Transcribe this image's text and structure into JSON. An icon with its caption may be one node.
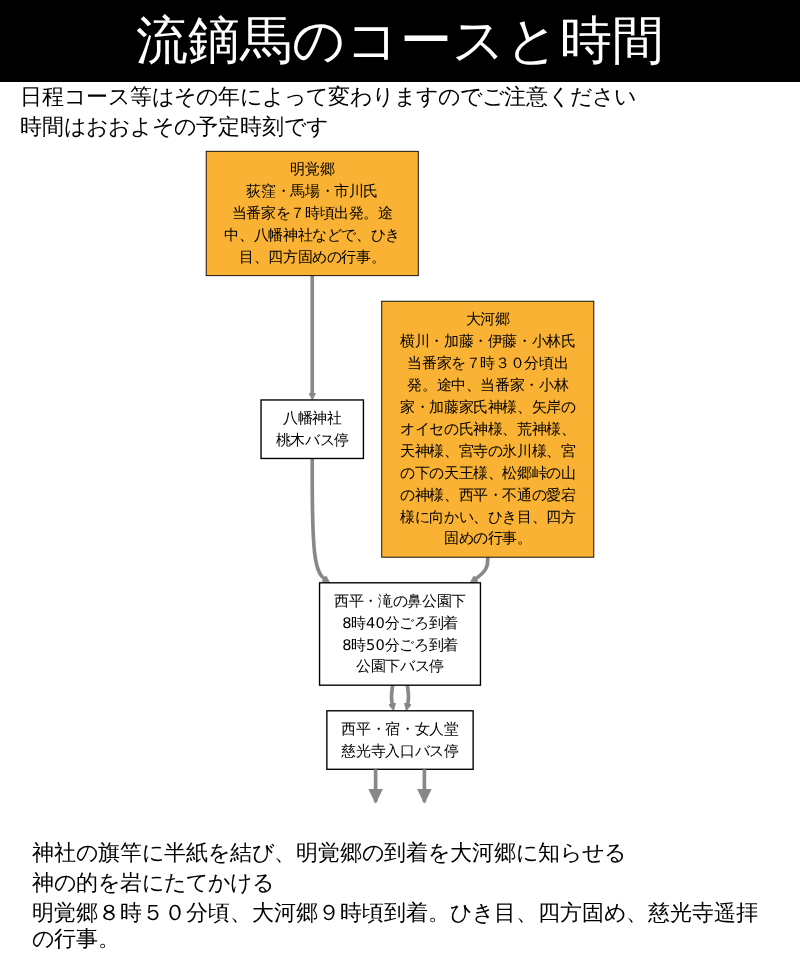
{
  "diagram": {
    "title": "流鏑馬のコースと時間",
    "nodes": [
      {
        "text": [
          "明覚郷",
          "荻窪・馬場・市川氏",
          "当番家を７時頃出発。途中、八幡神社などで、ひき目、四方固めの行事。"
        ]
      },
      {
        "text": [
          "大河郷",
          "横川・加藤・伊藤・小林氏",
          "当番家を７時３０分頃出発。途中、当番家・小林家・加藤家氏神様、矢岸のオイセの氏神様、荒神様、天神様、宮寺の氷川様、宮の下の天王様、松郷峠の山の神様、西平・不通の愛宕様に向かい、ひき目、四方固めの行事。"
        ]
      },
      {
        "text": [
          "八幡神社",
          "桃木バス停"
        ]
      },
      {
        "text": [
          "西平・滝の鼻公園下",
          "8時40分ごろ到着",
          "8時50分ごろ到着",
          "公園下バス停"
        ]
      },
      {
        "text": [
          "西平・宿・女人堂",
          "慈光寺入口バス停"
        ]
      }
    ],
    "edges": [
      {
        "from": 0,
        "to": 2,
        "arrow": "to"
      },
      {
        "from": 2,
        "to": 3,
        "arrow": "to"
      },
      {
        "from": 1,
        "to": 3,
        "arrow": "to"
      },
      {
        "from": 3,
        "to": 4,
        "arrow": "to"
      },
      {
        "from": 3,
        "to": 4,
        "arrow": "to"
      },
      {
        "from": 4,
        "to": null,
        "arrow": "to"
      },
      {
        "from": 4,
        "to": null,
        "arrow": "to"
      }
    ],
    "labels": [
      "日程コース等はその年によって変わりますのでご注意ください",
      "時間はおおよその予定時刻です",
      "神社の旗竿に半紙を結び、明覚郷の到着を大河郷に知らせる",
      "神の的を岩にたてかける",
      "明覚郷８時５０分頃、大河郷９時頃到着。ひき目、四方固め、慈光寺遥拝の行事。"
    ]
  }
}
